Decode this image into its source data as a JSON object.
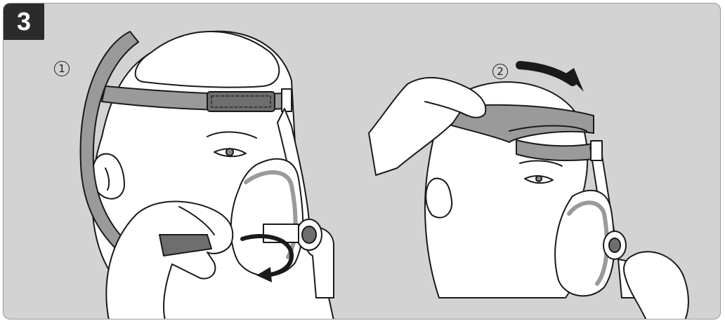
{
  "figure": {
    "step_number": "3",
    "substeps": [
      {
        "label": "1"
      },
      {
        "label": "2"
      }
    ],
    "colors": {
      "background": "#d3d3d3",
      "badge": "#2b2b2b",
      "skin": "#ffffff",
      "outline": "#1a1a1a",
      "strap": "#9a9a9a",
      "strap_dark": "#6e6e6e",
      "arrow": "#1a1a1a"
    },
    "icons": [
      "rotate-arrow-icon",
      "curved-arrow-icon"
    ]
  }
}
